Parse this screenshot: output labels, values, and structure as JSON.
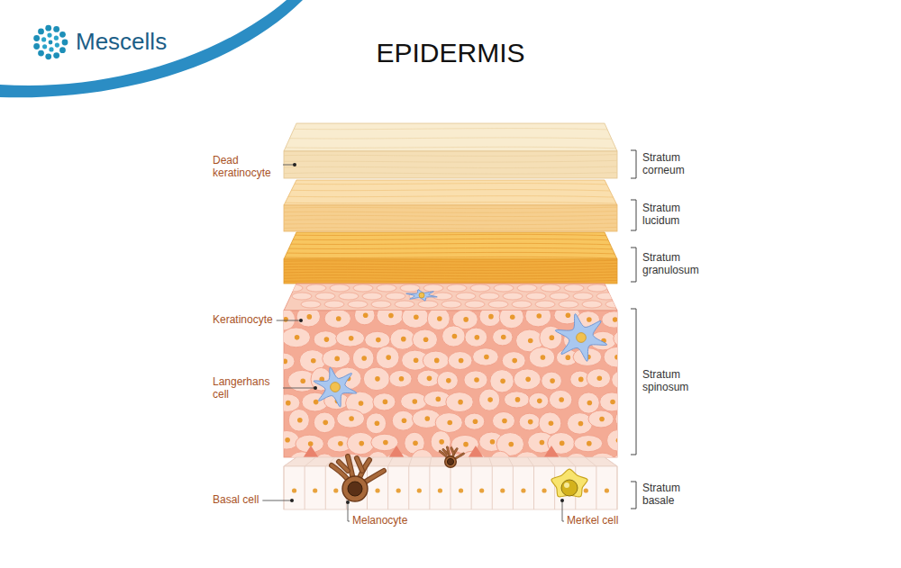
{
  "diagram": {
    "title": "EPIDERMIS",
    "labels": [
      "Mescells",
      "Dead keratinocyte",
      "Stratum corneum",
      "Stratum lucidum",
      "Stratum granulosum",
      "Keratinocyte",
      "Stratum spinosum",
      "Langerhans cell",
      "Basal cell",
      "Stratum basale",
      "Melanocyte",
      "Merkel cell"
    ]
  }
}
